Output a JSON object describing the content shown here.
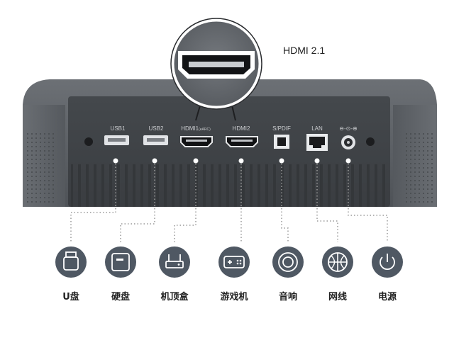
{
  "callout": {
    "title": "HDMI 2.1",
    "icon": "hdmi-port-icon"
  },
  "ports": [
    {
      "label": "USB1",
      "type": "usb"
    },
    {
      "label": "USB2",
      "type": "usb"
    },
    {
      "label": "HDMI1",
      "label_suffix": "(eARC)",
      "type": "hdmi"
    },
    {
      "label": "HDMI2",
      "type": "hdmi"
    },
    {
      "label": "S/PDIF",
      "type": "spdif"
    },
    {
      "label": "LAN",
      "type": "lan"
    },
    {
      "label": "⊖-⊙-⊕",
      "type": "power"
    }
  ],
  "devices": [
    {
      "label": "U盘",
      "icon": "usb-drive-icon"
    },
    {
      "label": "硬盘",
      "icon": "hard-drive-icon"
    },
    {
      "label": "机顶盒",
      "icon": "set-top-box-icon"
    },
    {
      "label": "游戏机",
      "icon": "game-console-icon"
    },
    {
      "label": "音响",
      "icon": "speaker-icon"
    },
    {
      "label": "网线",
      "icon": "network-cable-icon"
    },
    {
      "label": "电源",
      "icon": "power-icon"
    }
  ],
  "colors": {
    "device_body": "#55595e",
    "panel": "#3f4347",
    "icon_circle": "#4f5863",
    "dotted_line": "#9a9a9a"
  }
}
